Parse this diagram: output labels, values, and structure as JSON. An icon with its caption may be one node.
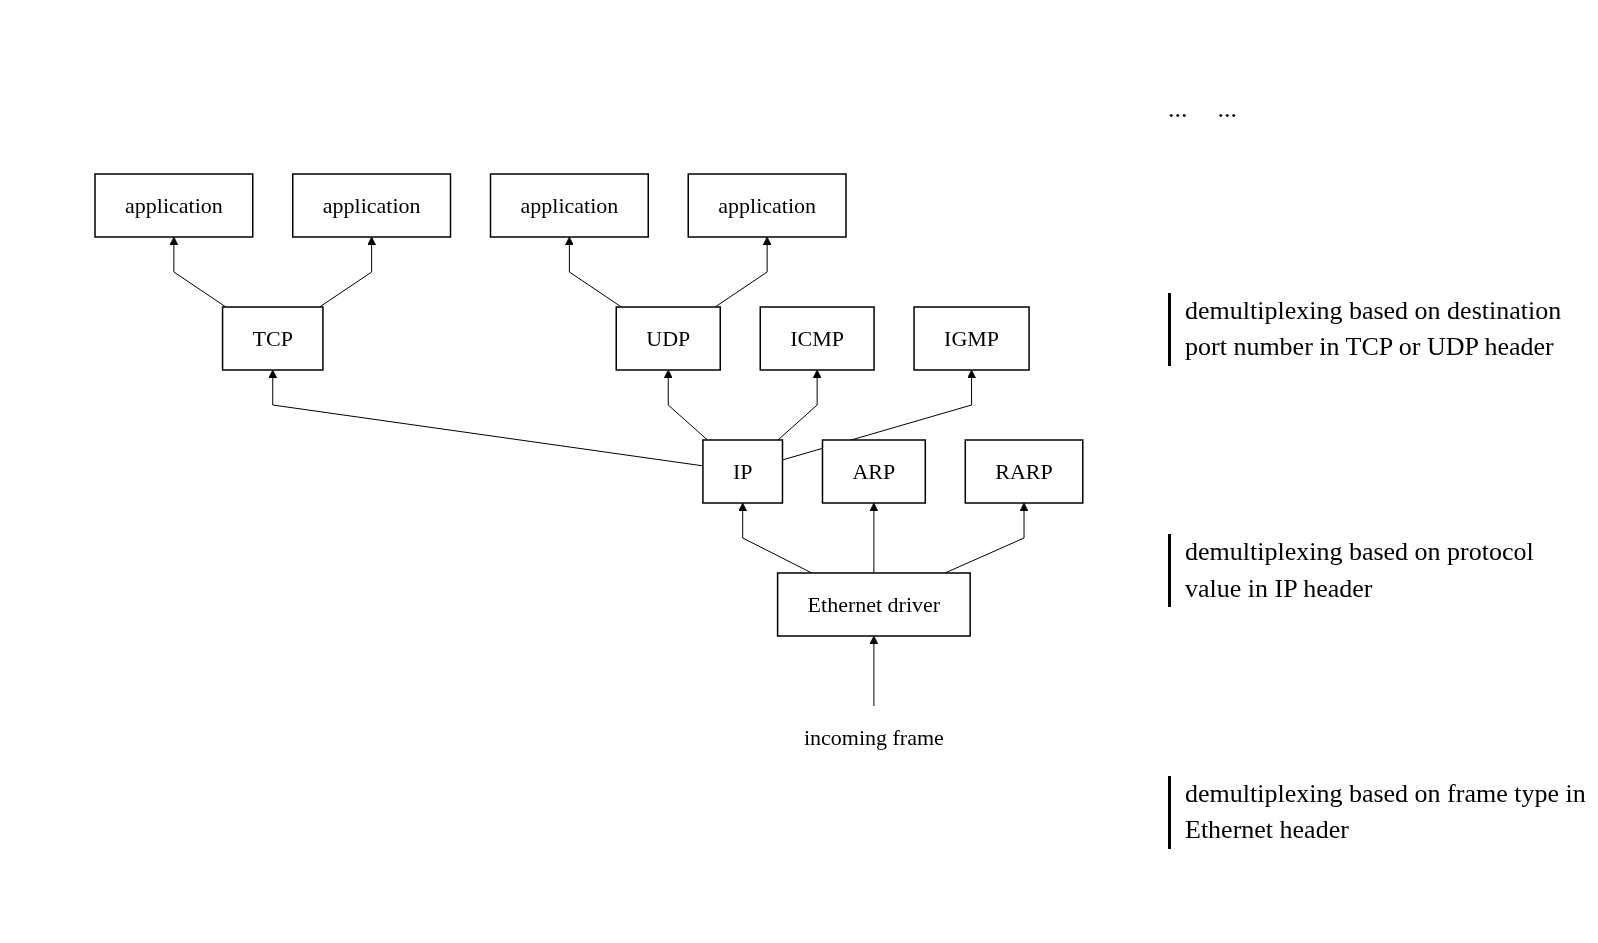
{
  "diagram": {
    "nodes": [
      {
        "text": [
          "application"
        ]
      },
      {
        "text": [
          "application"
        ]
      },
      {
        "text": [
          "application"
        ]
      },
      {
        "text": [
          "application"
        ]
      },
      {
        "text": [
          "TCP"
        ]
      },
      {
        "text": [
          "UDP"
        ]
      },
      {
        "text": [
          "ICMP"
        ]
      },
      {
        "text": [
          "IGMP"
        ]
      },
      {
        "text": [
          "IP"
        ]
      },
      {
        "text": [
          "ARP"
        ]
      },
      {
        "text": [
          "RARP"
        ]
      },
      {
        "text": [
          "Ethernet driver"
        ]
      },
      {
        "text": [
          "incoming frame"
        ]
      }
    ],
    "edges": [
      {
        "from": 12,
        "to": 11,
        "arrow": "to"
      },
      {
        "from": 11,
        "to": 9,
        "arrow": "to"
      },
      {
        "from": 11,
        "to": 8,
        "arrow": "to"
      },
      {
        "from": 11,
        "to": 10,
        "arrow": "to"
      },
      {
        "from": 8,
        "to": 6,
        "arrow": "to"
      },
      {
        "from": 8,
        "to": 7,
        "arrow": "to"
      },
      {
        "from": 8,
        "to": 4,
        "arrow": "to"
      },
      {
        "from": 8,
        "to": 5,
        "arrow": "to"
      },
      {
        "from": 4,
        "to": 0,
        "arrow": "to"
      },
      {
        "from": 4,
        "to": 1,
        "arrow": "to"
      },
      {
        "from": 5,
        "to": 2,
        "arrow": "to"
      },
      {
        "from": 5,
        "to": 3,
        "arrow": "to"
      }
    ],
    "labels": [
      "...",
      "...",
      "demultiplexing based on destination port number in TCP or UDP header",
      "demultiplexing based on protocol value in IP header",
      "demultiplexing based on frame type in Ethernet header"
    ]
  }
}
